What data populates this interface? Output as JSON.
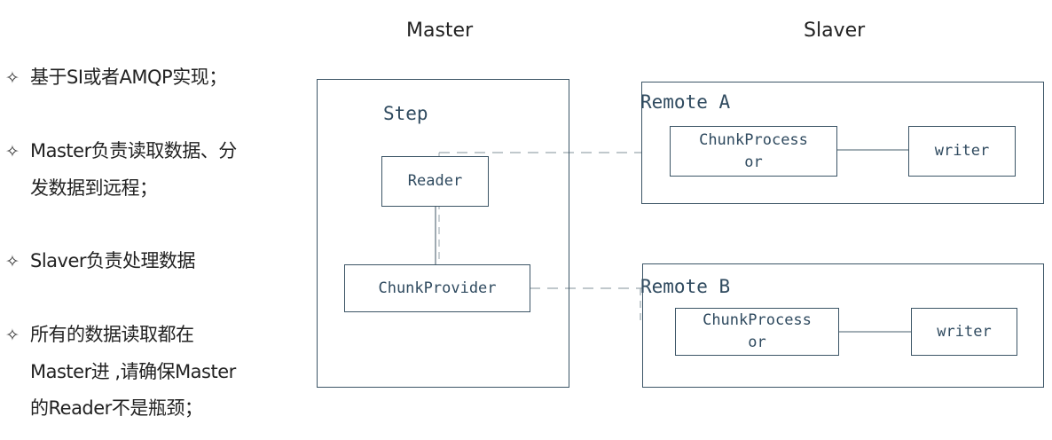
{
  "bullet_marker": "✧",
  "bullets": [
    {
      "line1": "基于SI或者AMQP实现；",
      "line2": ""
    },
    {
      "line1": "Master负责读取数据、分",
      "line2": "发数据到远程；"
    },
    {
      "line1": "Slaver负责处理数据",
      "line2": ""
    },
    {
      "line1": "所有的数据读取都在",
      "line2": "Master进 ,请确保Master",
      "line3": "的Reader不是瓶颈；"
    }
  ],
  "master": {
    "heading": "Master",
    "step_label": "Step",
    "reader_label": "Reader",
    "chunk_provider_label": "ChunkProvider"
  },
  "slaver": {
    "heading": "Slaver",
    "remote_a": {
      "title": "Remote A",
      "processor_line1": "ChunkProcess",
      "processor_line2": "or",
      "writer_label": "writer"
    },
    "remote_b": {
      "title": "Remote B",
      "processor_line1": "ChunkProcess",
      "processor_line2": "or",
      "writer_label": "writer"
    }
  },
  "colors": {
    "border": "#3c5566",
    "text": "#2f4a5f",
    "dashed_link": "#9aa6ae"
  }
}
